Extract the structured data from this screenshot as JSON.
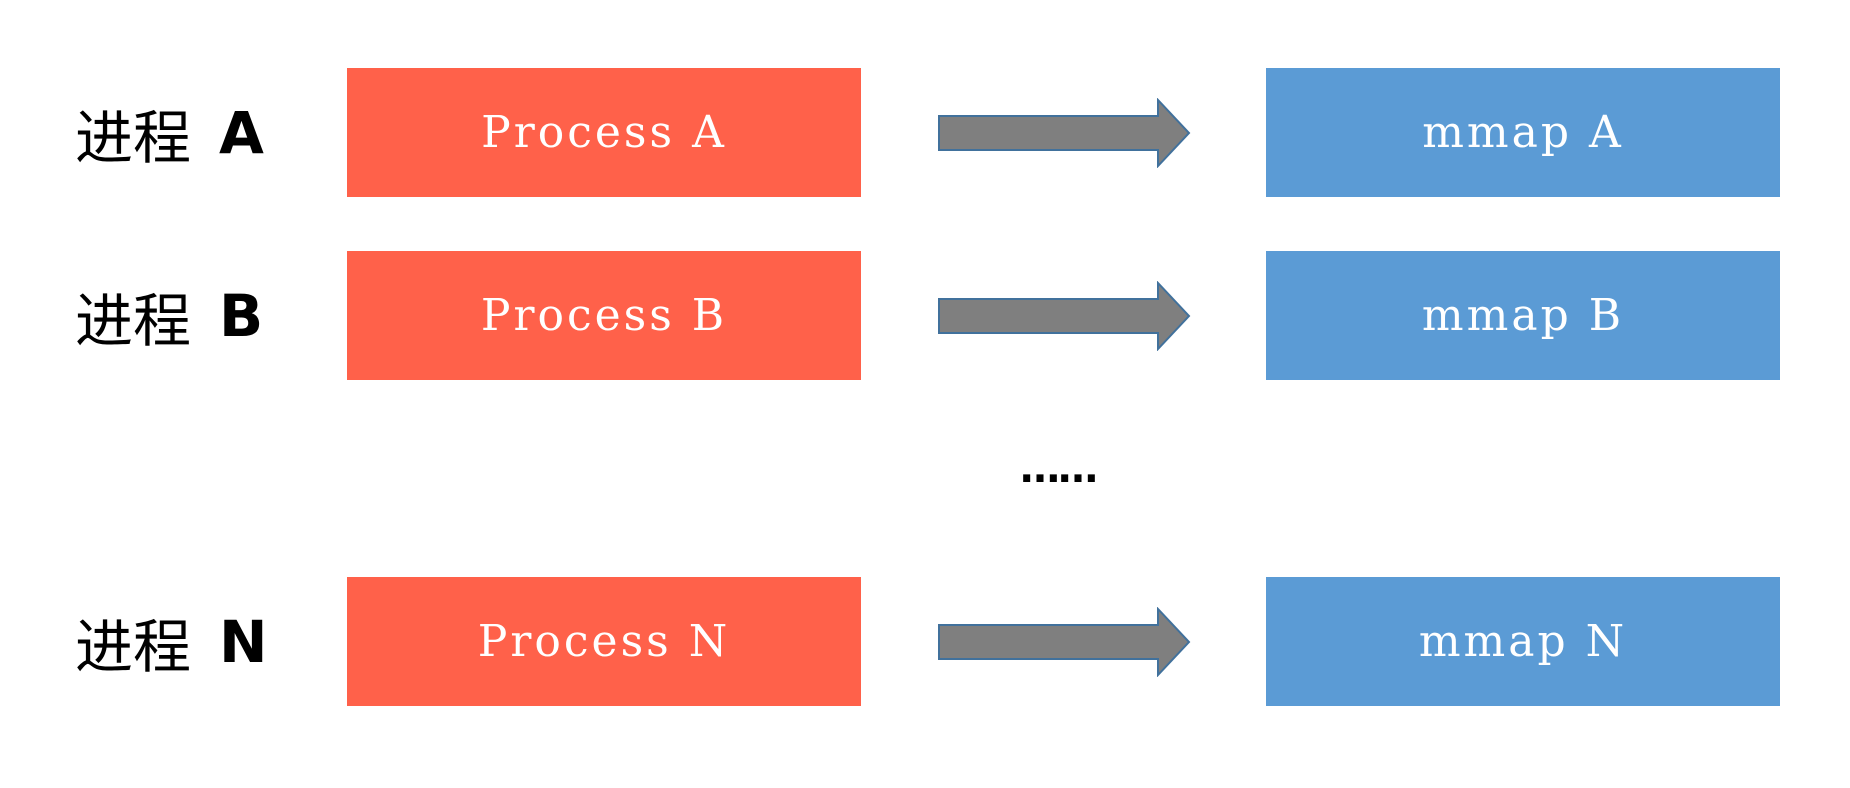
{
  "colors": {
    "process_fill": "#FF614A",
    "mmap_fill": "#5B9BD5",
    "arrow_fill": "#7F7F7F",
    "arrow_stroke": "#41719C"
  },
  "rows": [
    {
      "label_cn": "进程",
      "label_letter": "A",
      "process": "Process A",
      "mmap": "mmap A"
    },
    {
      "label_cn": "进程",
      "label_letter": "B",
      "process": "Process B",
      "mmap": "mmap B"
    },
    {
      "label_cn": "进程",
      "label_letter": "N",
      "process": "Process N",
      "mmap": "mmap N"
    }
  ],
  "ellipsis": "……"
}
